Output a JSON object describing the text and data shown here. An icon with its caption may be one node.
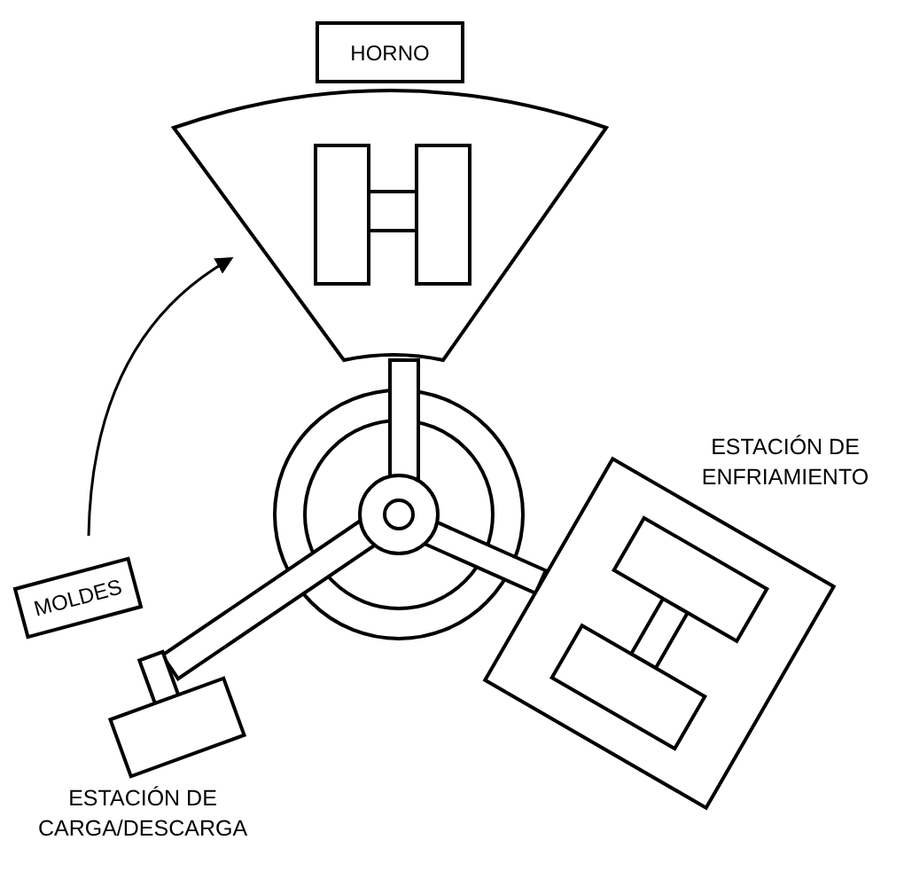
{
  "diagram": {
    "nodes": [
      {
        "text": [
          "HORNO"
        ]
      },
      {
        "text": [
          "MOLDES"
        ]
      }
    ],
    "labels": [
      "ESTACIÓN DE ENFRIAMIENTO",
      "ESTACIÓN DE CARGA/DESCARGA"
    ]
  }
}
